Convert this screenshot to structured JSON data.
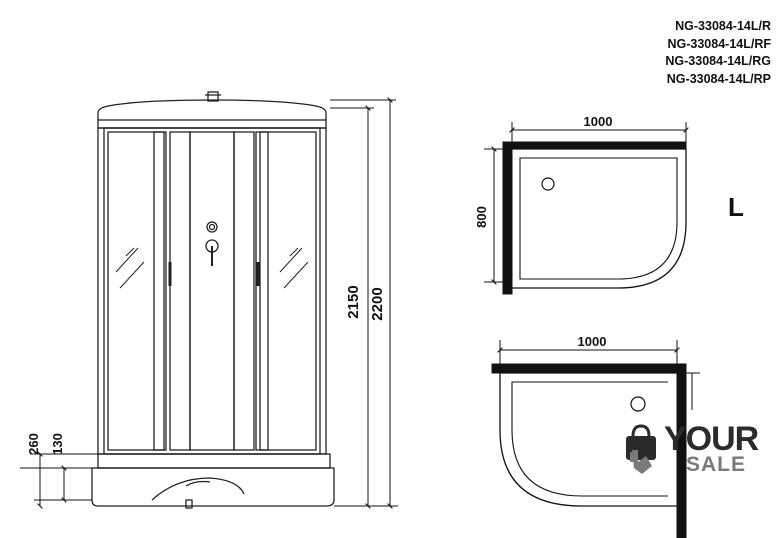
{
  "models": [
    "NG-33084-14L/R",
    "NG-33084-14L/RF",
    "NG-33084-14L/RG",
    "NG-33084-14L/RP"
  ],
  "side_letter": "L",
  "front_view": {
    "height_cabin": "2150",
    "height_total": "2200",
    "height_tray": "260",
    "height_step": "130"
  },
  "plan_top": {
    "width": "1000",
    "depth": "800"
  },
  "plan_bottom": {
    "width": "1000"
  },
  "logo": {
    "word_top": "YOUR",
    "word_bottom": "SALE"
  }
}
